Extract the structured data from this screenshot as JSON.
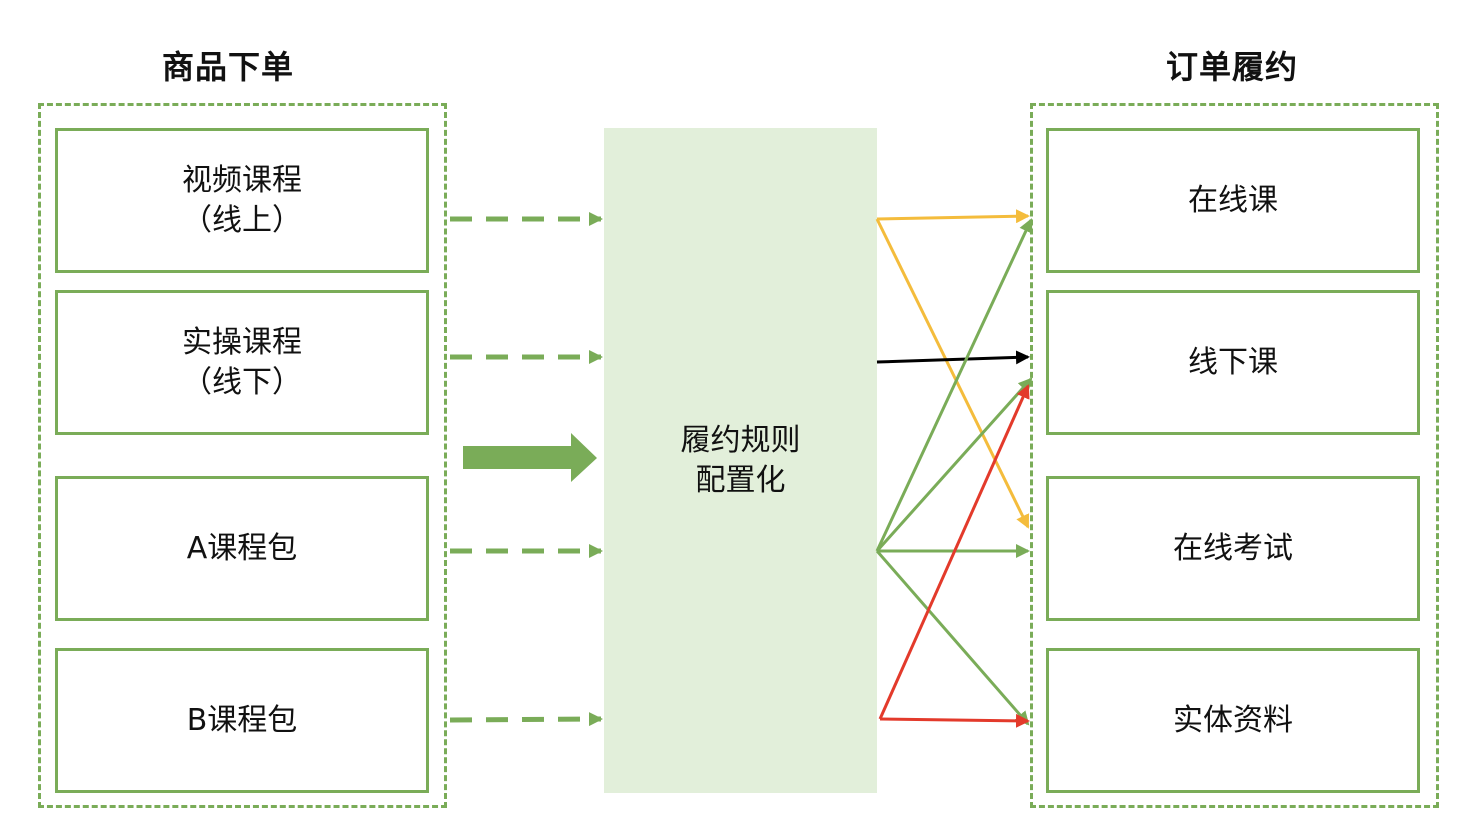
{
  "left_panel": {
    "title": "商品下单",
    "items": [
      {
        "line1": "视频课程",
        "line2": "（线上）"
      },
      {
        "line1": "实操课程",
        "line2": "（线下）"
      },
      {
        "line1": "A课程包",
        "line2": ""
      },
      {
        "line1": "B课程包",
        "line2": ""
      }
    ]
  },
  "center": {
    "line1": "履约规则",
    "line2": "配置化"
  },
  "right_panel": {
    "title": "订单履约",
    "items": [
      "在线课",
      "线下课",
      "在线考试",
      "实体资料"
    ]
  },
  "colors": {
    "green": "#7aac58",
    "light_green": "#e2efda",
    "yellow": "#f4bc3c",
    "red": "#e33a2b",
    "black": "#000000"
  }
}
